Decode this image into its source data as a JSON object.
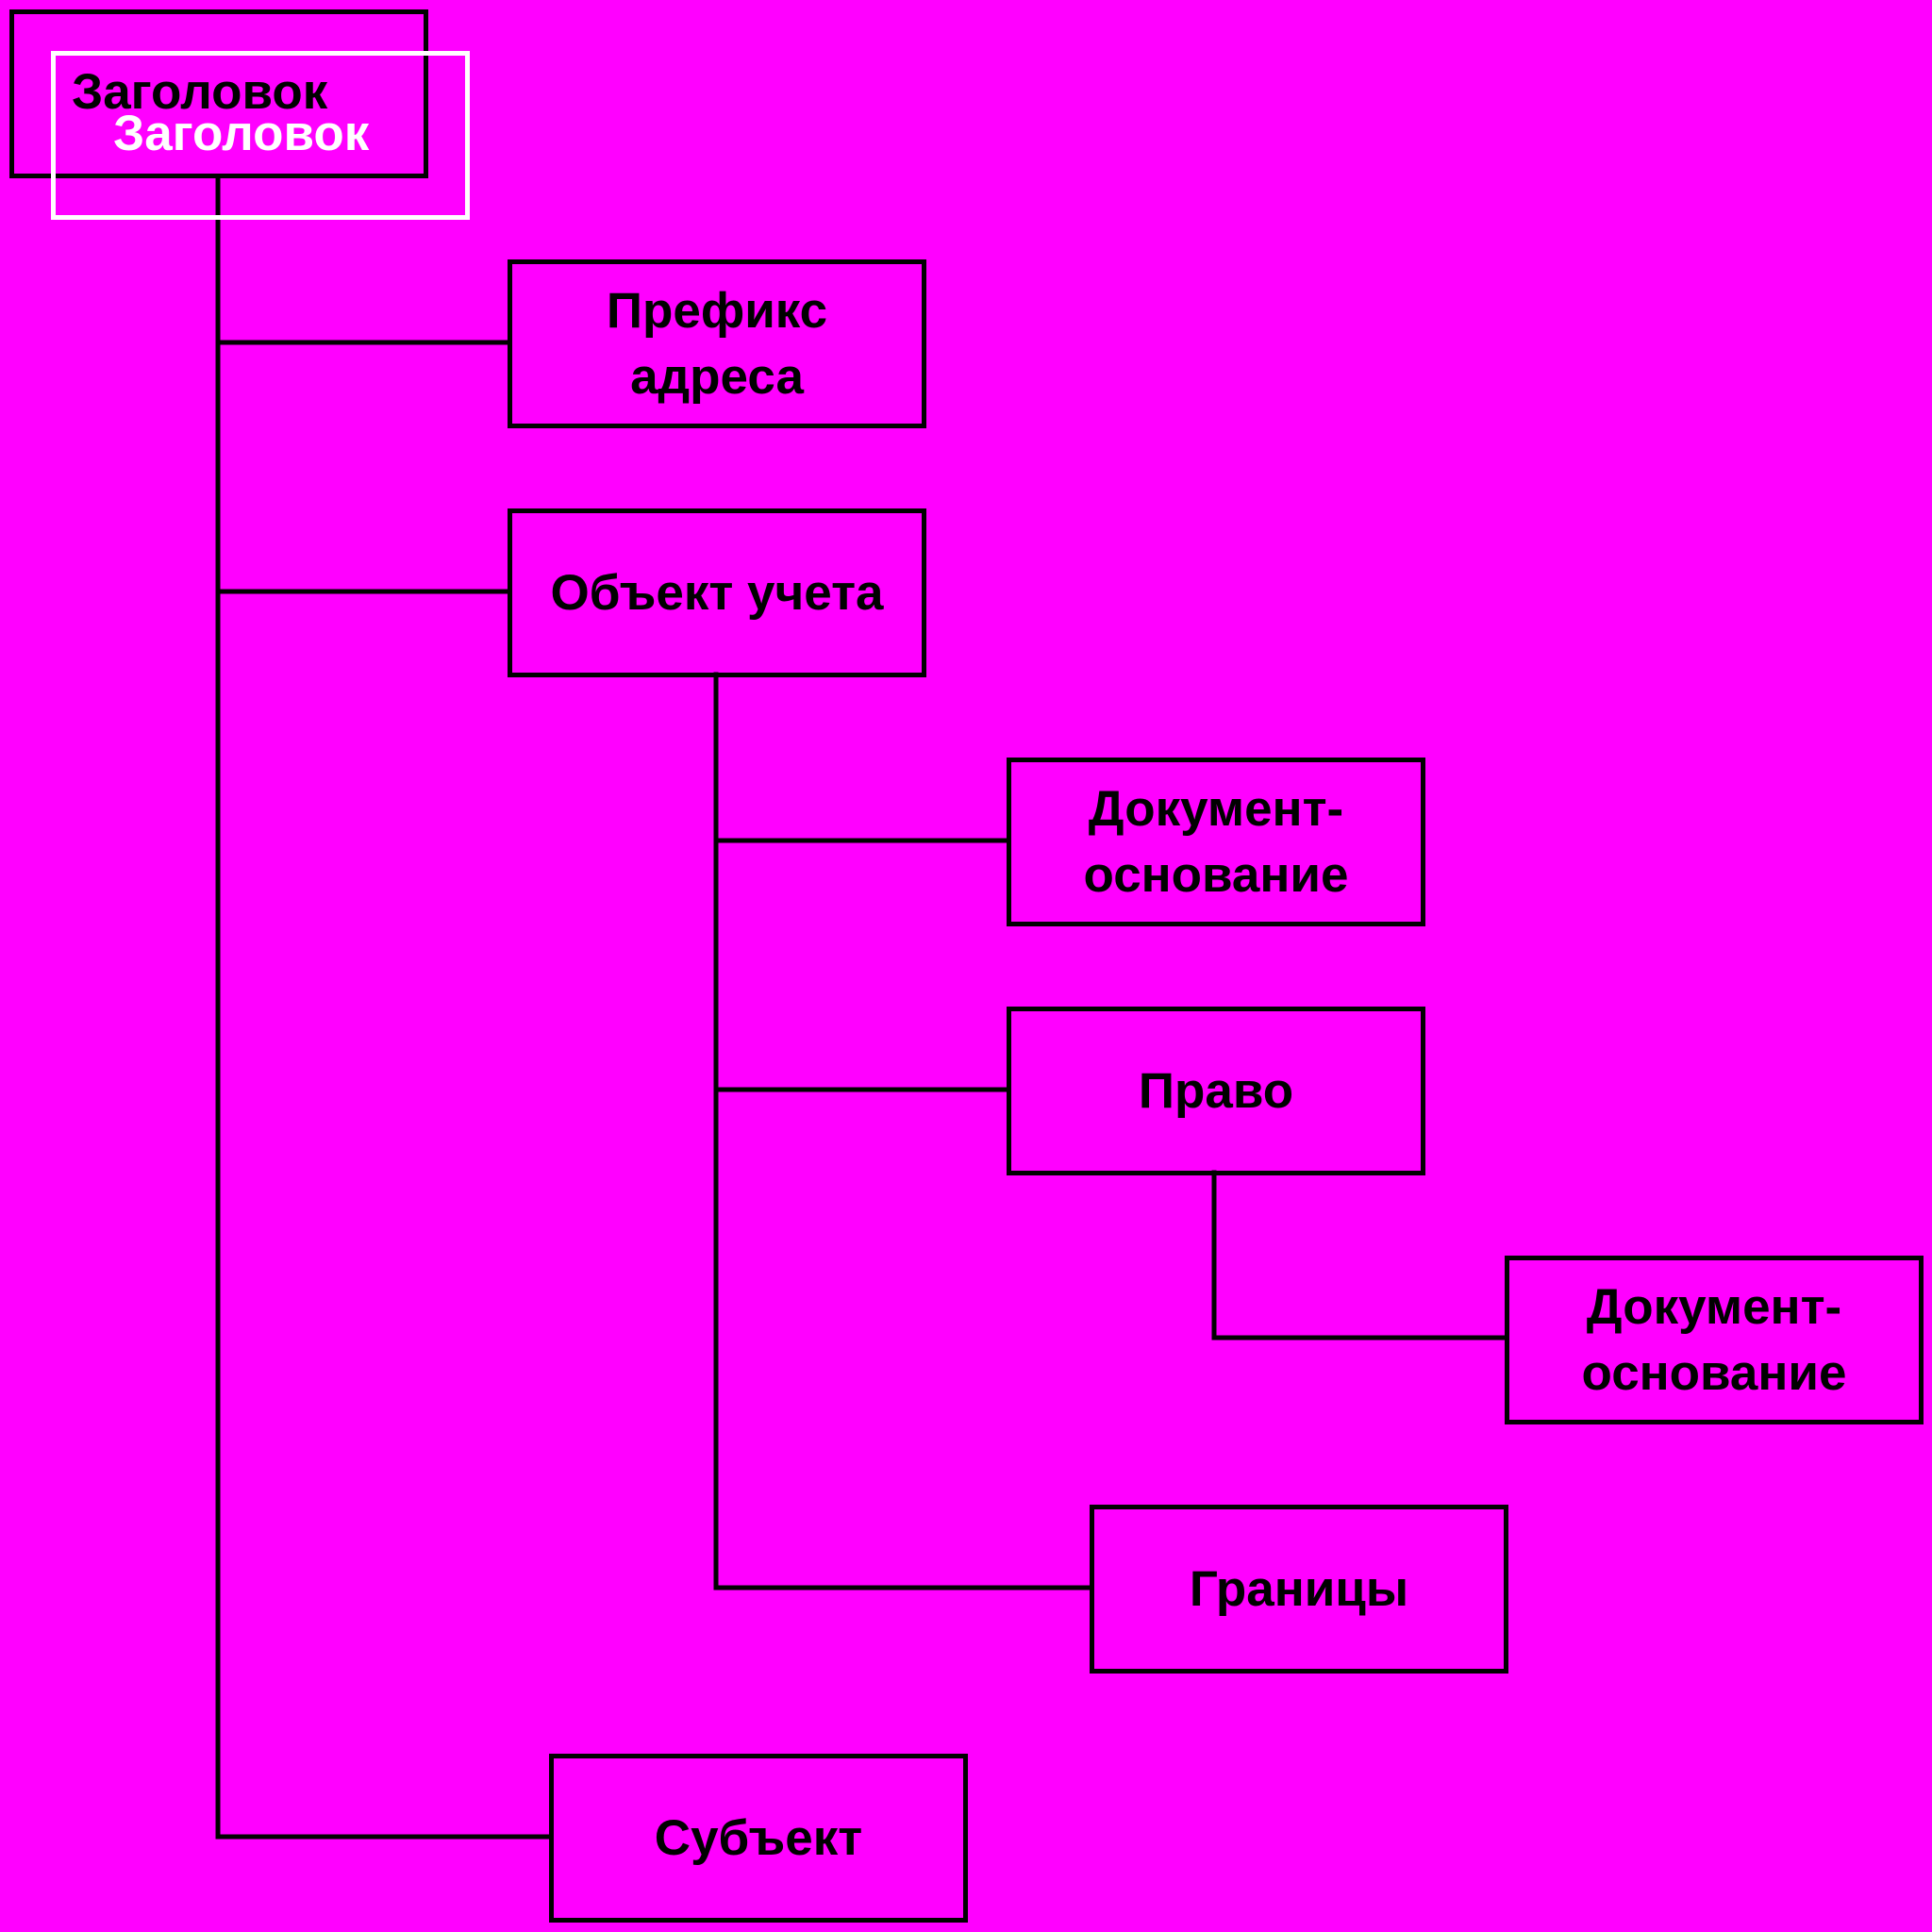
{
  "colors": {
    "background": "#ff00ff",
    "stroke": "#000000",
    "header_overlay_text": "#ffffff"
  },
  "header": {
    "label": "Заголовок",
    "overlay_label": "Заголовок"
  },
  "nodes": {
    "prefix": "Префикс\nадреса",
    "object": "Объект учета",
    "basis_doc_1": "Документ-\nоснование",
    "right": "Право",
    "basis_doc_2": "Документ-\nоснование",
    "borders": "Границы",
    "subject": "Субъект"
  }
}
